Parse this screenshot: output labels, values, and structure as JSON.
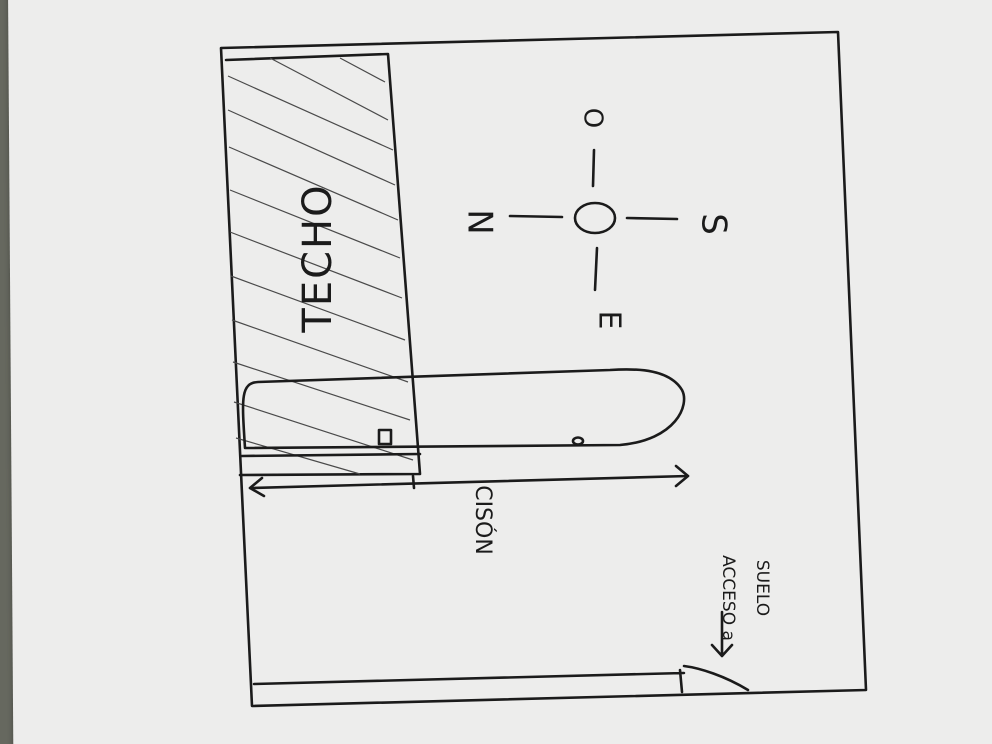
{
  "labels": {
    "roof": "TECHO",
    "north": "N",
    "south": "S",
    "east": "E",
    "west": "O",
    "center": "O",
    "curb": "CISÓN",
    "floor_access_line1": "ACCESO a",
    "floor_access_line2": "SUELO"
  },
  "colors": {
    "paper": "#ededec",
    "ink": "#1b1b1b",
    "background": "#66685f"
  }
}
